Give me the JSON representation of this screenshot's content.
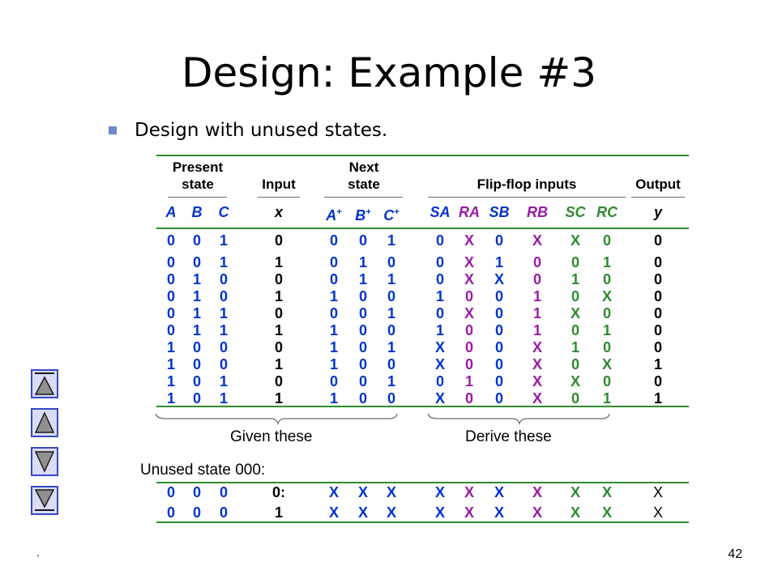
{
  "slide": {
    "title": "Design: Example #3",
    "bullet": "Design with unused states.",
    "page_number": "42",
    "footer_mark": "."
  },
  "colors": {
    "bullet": "#6f8ac8",
    "present": "#0033cc",
    "next": "#0033cc",
    "ff_s": "#0033cc",
    "ff_r": "#9b1aa8",
    "ff_c": "#2e8b2e",
    "input": "#000000",
    "rule": "#2e8b2e"
  },
  "table": {
    "group_headers": {
      "present": [
        "Present",
        "state"
      ],
      "input": "Input",
      "next": [
        "Next",
        "state"
      ],
      "ff": "Flip-flop inputs",
      "output": "Output"
    },
    "columns": [
      "A",
      "B",
      "C",
      "x",
      "A",
      "B",
      "C",
      "SA",
      "RA",
      "SB",
      "RB",
      "SC",
      "RC",
      "y"
    ],
    "next_suffix": "+",
    "rows": [
      [
        "0",
        "0",
        "1",
        "0",
        "0",
        "0",
        "1",
        "0",
        "X",
        "0",
        "X",
        "X",
        "0",
        "0"
      ],
      [
        "0",
        "0",
        "1",
        "1",
        "0",
        "1",
        "0",
        "0",
        "X",
        "1",
        "0",
        "0",
        "1",
        "0"
      ],
      [
        "0",
        "1",
        "0",
        "0",
        "0",
        "1",
        "1",
        "0",
        "X",
        "X",
        "0",
        "1",
        "0",
        "0"
      ],
      [
        "0",
        "1",
        "0",
        "1",
        "1",
        "0",
        "0",
        "1",
        "0",
        "0",
        "1",
        "0",
        "X",
        "0"
      ],
      [
        "0",
        "1",
        "1",
        "0",
        "0",
        "0",
        "1",
        "0",
        "X",
        "0",
        "1",
        "X",
        "0",
        "0"
      ],
      [
        "0",
        "1",
        "1",
        "1",
        "1",
        "0",
        "0",
        "1",
        "0",
        "0",
        "1",
        "0",
        "1",
        "0"
      ],
      [
        "1",
        "0",
        "0",
        "0",
        "1",
        "0",
        "1",
        "X",
        "0",
        "0",
        "X",
        "1",
        "0",
        "0"
      ],
      [
        "1",
        "0",
        "0",
        "1",
        "1",
        "0",
        "0",
        "X",
        "0",
        "0",
        "X",
        "0",
        "X",
        "1"
      ],
      [
        "1",
        "0",
        "1",
        "0",
        "0",
        "0",
        "1",
        "0",
        "1",
        "0",
        "X",
        "X",
        "0",
        "0"
      ],
      [
        "1",
        "0",
        "1",
        "1",
        "1",
        "0",
        "0",
        "X",
        "0",
        "0",
        "X",
        "0",
        "1",
        "1"
      ]
    ]
  },
  "captions": {
    "given": "Given these",
    "derive": "Derive these",
    "unused": "Unused state 000:"
  },
  "unused_rows": [
    [
      "0",
      "0",
      "0",
      "0:",
      "X",
      "X",
      "X",
      "X",
      "X",
      "X",
      "X",
      "X",
      "X",
      "X"
    ],
    [
      "0",
      "0",
      "0",
      "1",
      "X",
      "X",
      "X",
      "X",
      "X",
      "X",
      "X",
      "X",
      "X",
      "X"
    ]
  ],
  "nav": {
    "buttons": [
      "first-slide",
      "previous-slide",
      "next-slide",
      "last-slide"
    ]
  }
}
